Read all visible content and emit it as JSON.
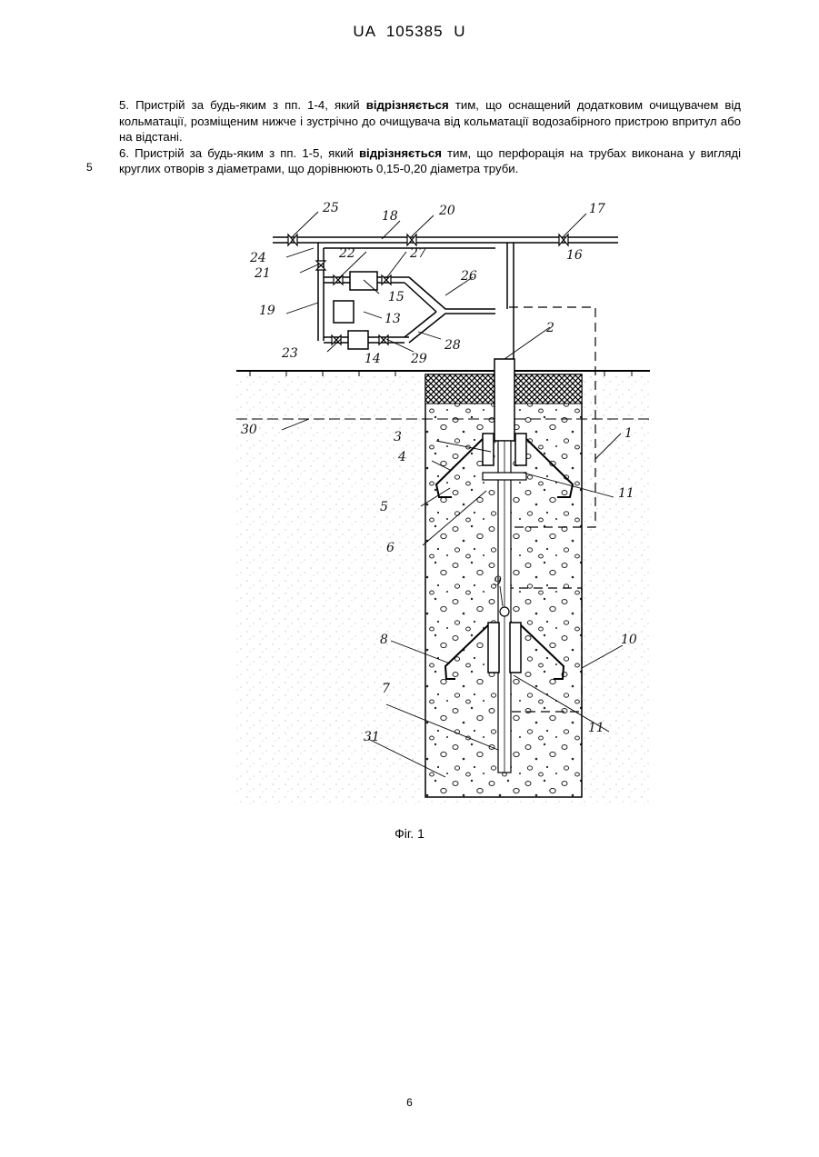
{
  "header": {
    "doc_id": "UA 105385 U"
  },
  "claims": [
    {
      "lead": "5. Пристрій за будь-яким з пп. 1-4, який ",
      "bold": "відрізняється",
      "rest": " тим, що оснащений додатковим очищувачем від кольматації, розміщеним нижче і зустрічно до очищувача від кольматації водозабірного пристрою впритул або на відстані."
    },
    {
      "lead": "6. Пристрій за будь-яким з пп. 1-5, який ",
      "bold": "відрізняється",
      "rest": " тим, що перфорація на трубах виконана у вигляді круглих отворів з діаметрами, що дорівнюють 0,15-0,20 діаметра труби."
    }
  ],
  "line_number": "5",
  "figure": {
    "labels": [
      "1",
      "2",
      "3",
      "4",
      "5",
      "6",
      "7",
      "8",
      "9",
      "10",
      "11",
      "11",
      "13",
      "14",
      "15",
      "16",
      "17",
      "18",
      "19",
      "20",
      "21",
      "22",
      "23",
      "24",
      "25",
      "26",
      "27",
      "28",
      "29",
      "30",
      "31"
    ]
  },
  "caption": "Фіг. 1",
  "page_number": "6"
}
